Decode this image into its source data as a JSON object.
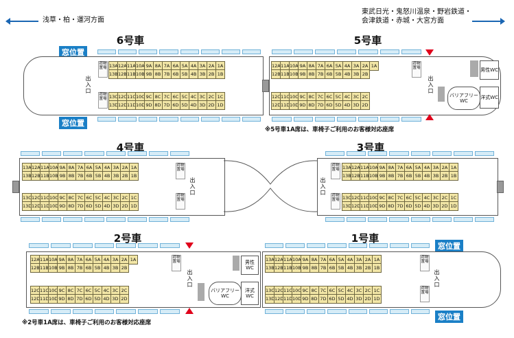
{
  "directions": {
    "left": "浅草・柏・運河方面",
    "right_line1": "東武日光・鬼怒川温泉・野岩鉄道・",
    "right_line2": "会津鉄道・赤城・大宮方面"
  },
  "labels": {
    "window_position": "窓位置",
    "entrance": "出入口",
    "luggage": "荷物置場",
    "men_wc": "男性WC",
    "western_wc": "洋式WC",
    "barrier_free_wc": "バリアフリーWC"
  },
  "cars": {
    "car6": {
      "title": "6号車"
    },
    "car5": {
      "title": "5号車",
      "note": "※5号車1A席は、車椅子ご利用のお客様対応座席"
    },
    "car4": {
      "title": "4号車"
    },
    "car3": {
      "title": "3号車"
    },
    "car2": {
      "title": "2号車",
      "note": "※2号車1A席は、車椅子ご利用のお客様対応座席"
    },
    "car1": {
      "title": "1号車"
    }
  },
  "seats": {
    "full_A": [
      "13A",
      "12A",
      "11A",
      "10A",
      "9A",
      "8A",
      "7A",
      "6A",
      "5A",
      "4A",
      "3A",
      "2A",
      "1A"
    ],
    "full_B": [
      "13B",
      "12B",
      "11B",
      "10B",
      "9B",
      "8B",
      "7B",
      "6B",
      "5B",
      "4B",
      "3B",
      "2B",
      "1B"
    ],
    "full_C": [
      "13C",
      "12C",
      "11C",
      "10C",
      "9C",
      "8C",
      "7C",
      "6C",
      "5C",
      "4C",
      "3C",
      "2C",
      "1C"
    ],
    "full_D": [
      "13D",
      "12D",
      "11D",
      "10D",
      "9D",
      "8D",
      "7D",
      "6D",
      "5D",
      "4D",
      "3D",
      "2D",
      "1D"
    ],
    "car5_A": [
      "12A",
      "11A",
      "10A",
      "9A",
      "8A",
      "7A",
      "6A",
      "5A",
      "4A",
      "3A",
      "2A",
      "1A"
    ],
    "car5_B": [
      "12B",
      "11B",
      "10B",
      "9B",
      "8B",
      "7B",
      "6B",
      "5B",
      "4B",
      "3B",
      "2B"
    ],
    "car5_C": [
      "12C",
      "11C",
      "10C",
      "9C",
      "8C",
      "7C",
      "6C",
      "5C",
      "4C",
      "3C",
      "2C"
    ],
    "car5_D": [
      "12D",
      "11D",
      "10D",
      "9D",
      "8D",
      "7D",
      "6D",
      "5D",
      "4D",
      "3D",
      "2D"
    ],
    "car2_A": [
      "12A",
      "11A",
      "10A",
      "9A",
      "8A",
      "7A",
      "6A",
      "5A",
      "4A",
      "3A",
      "2A",
      "1A"
    ],
    "car2_B": [
      "12B",
      "11B",
      "10B",
      "9B",
      "8B",
      "7B",
      "6B",
      "5B",
      "4B",
      "3B",
      "2B"
    ],
    "car2_C": [
      "12C",
      "11C",
      "10C",
      "9C",
      "8C",
      "7C",
      "6C",
      "5C",
      "4C",
      "3C",
      "2C"
    ],
    "car2_D": [
      "12D",
      "11D",
      "10D",
      "9D",
      "8D",
      "7D",
      "6D",
      "5D",
      "4D",
      "3D",
      "2D"
    ]
  },
  "colors": {
    "accent": "#1a7fc6",
    "seat": "#f2e6a6",
    "marker": "#e0001b",
    "window": "#d6ecf7"
  }
}
